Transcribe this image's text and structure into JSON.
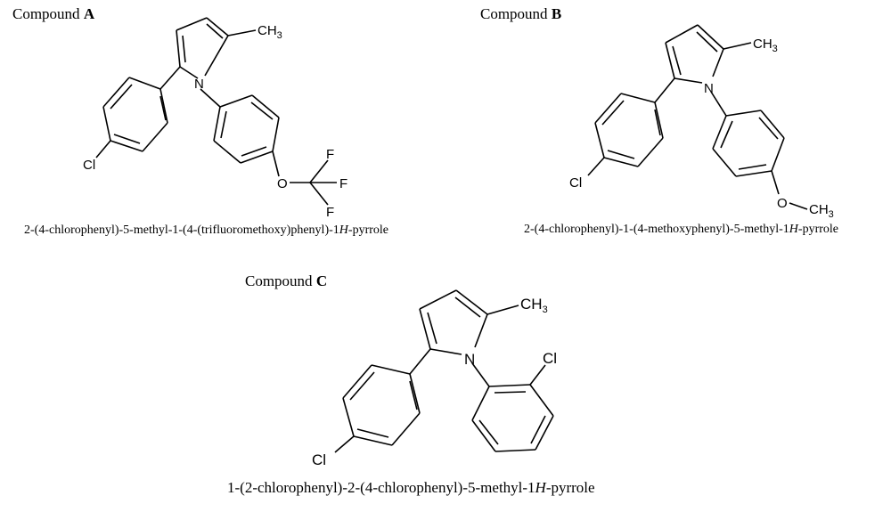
{
  "compounds": [
    {
      "label_prefix": "Compound ",
      "label_letter": "A",
      "name": "2-(4-chlorophenyl)-5-methyl-1-(4-(trifluoromethoxy)phenyl)-1H-pyrrole",
      "name_pre": "2-(4-chlorophenyl)-5-methyl-1-(4-(trifluoromethoxy)phenyl)-1",
      "name_h": "H",
      "name_post": "-pyrrole",
      "atoms": {
        "methyl": "CH",
        "methyl_sub": "3",
        "n": "N",
        "cl": "Cl",
        "o": "O",
        "f1": "F",
        "f2": "F",
        "f3": "F"
      }
    },
    {
      "label_prefix": "Compound ",
      "label_letter": "B",
      "name": "2-(4-chlorophenyl)-1-(4-methoxyphenyl)-5-methyl-1H-pyrrole",
      "name_pre": "2-(4-chlorophenyl)-1-(4-methoxyphenyl)-5-methyl-1",
      "name_h": "H",
      "name_post": "-pyrrole",
      "atoms": {
        "methyl": "CH",
        "methyl_sub": "3",
        "n": "N",
        "cl": "Cl",
        "o": "O",
        "ome": "CH",
        "ome_sub": "3"
      }
    },
    {
      "label_prefix": "Compound ",
      "label_letter": "C",
      "name": "1-(2-chlorophenyl)-2-(4-chlorophenyl)-5-methyl-1H-pyrrole",
      "name_pre": "1-(2-chlorophenyl)-2-(4-chlorophenyl)-5-methyl-1",
      "name_h": "H",
      "name_post": "-pyrrole",
      "atoms": {
        "methyl": "CH",
        "methyl_sub": "3",
        "n": "N",
        "cl": "Cl",
        "cl2": "Cl"
      }
    }
  ]
}
